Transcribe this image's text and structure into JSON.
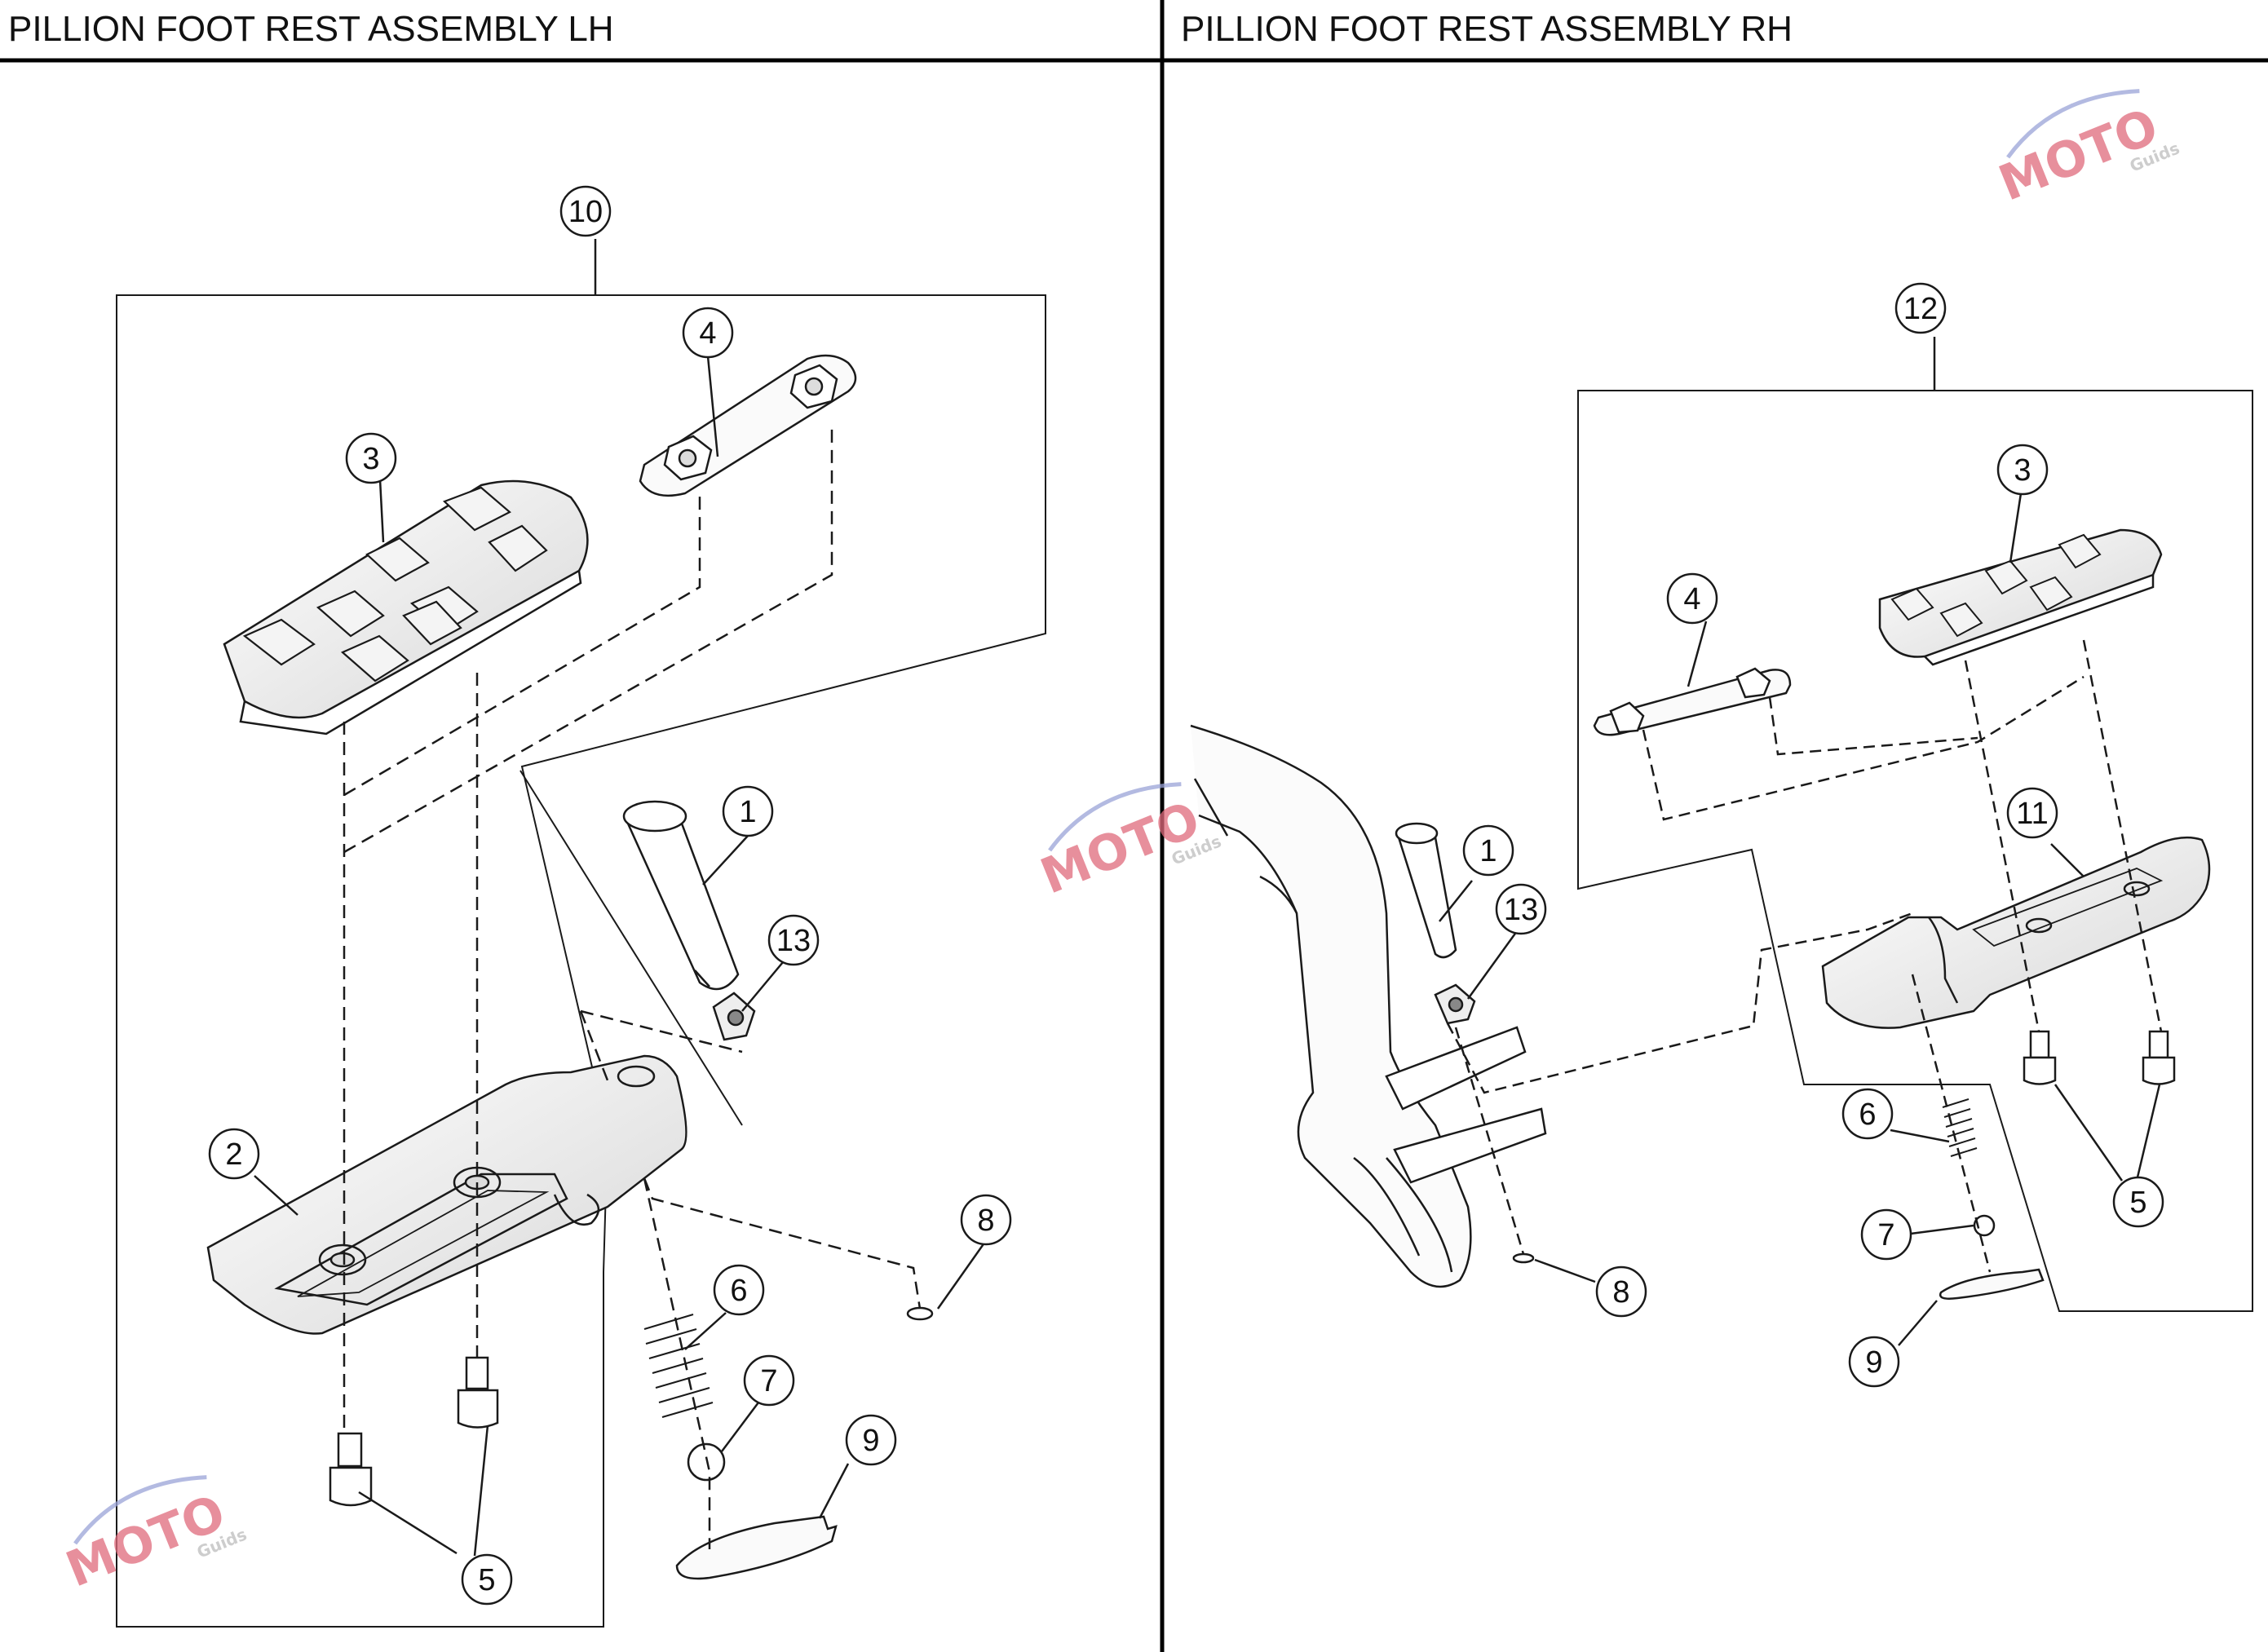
{
  "panels": [
    {
      "title": "PILLION FOOT REST ASSEMBLY LH",
      "callouts": [
        "1",
        "2",
        "3",
        "4",
        "5",
        "6",
        "7",
        "8",
        "9",
        "10",
        "13"
      ]
    },
    {
      "title": "PILLION FOOT REST ASSEMBLY RH",
      "callouts": [
        "1",
        "3",
        "4",
        "5",
        "6",
        "7",
        "8",
        "9",
        "11",
        "12",
        "13"
      ]
    }
  ],
  "watermark": {
    "word": "MOTO",
    "sub": "Guids",
    "colors": {
      "accent": "#e06a7c",
      "gray": "#bdbdbd",
      "blue": "#9aa3d8"
    }
  },
  "colors": {
    "line": "#1a1a1a",
    "border": "#000000",
    "background": "#ffffff"
  }
}
